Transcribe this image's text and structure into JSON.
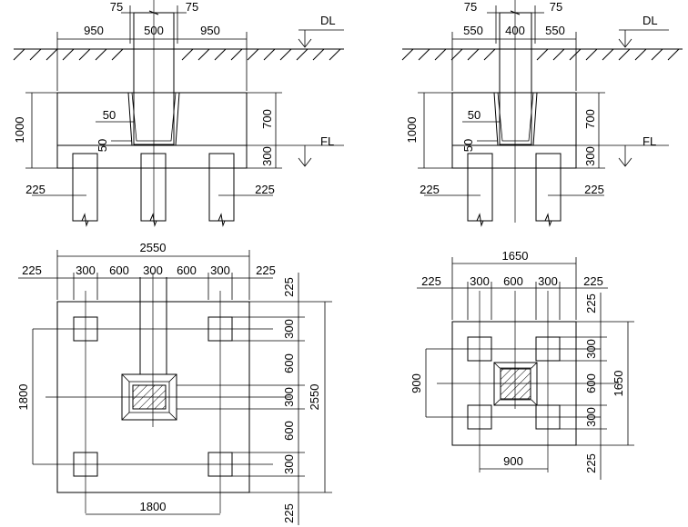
{
  "left_section": {
    "top": [
      "75",
      "75"
    ],
    "top_row": [
      "950",
      "500",
      "950"
    ],
    "dl": "DL",
    "fl": "FL",
    "h_total": "1000",
    "h_cap": "700",
    "h_base": "300",
    "socket_w": "50",
    "socket_b": "50",
    "pile_edge": [
      "225",
      "225"
    ]
  },
  "right_section": {
    "top": [
      "75",
      "75"
    ],
    "top_row": [
      "550",
      "400",
      "550"
    ],
    "dl": "DL",
    "fl": "FL",
    "h_total": "1000",
    "h_cap": "700",
    "h_base": "300",
    "socket_w": "50",
    "socket_b": "50",
    "pile_edge": [
      "225",
      "225"
    ]
  },
  "left_plan": {
    "overall": "2550",
    "row": [
      "225",
      "300",
      "600",
      "300",
      "600",
      "300",
      "225"
    ],
    "right_col": [
      "225",
      "300",
      "600",
      "300",
      "600",
      "300",
      "225"
    ],
    "right_total": "2550",
    "left_dim": "1800",
    "bottom_dim": "1800"
  },
  "right_plan": {
    "overall": "1650",
    "row": [
      "225",
      "300",
      "600",
      "300",
      "225"
    ],
    "right_col": [
      "225",
      "300",
      "600",
      "300",
      "225"
    ],
    "right_total": "1650",
    "left_dim": "900",
    "bottom_dim": "900"
  }
}
